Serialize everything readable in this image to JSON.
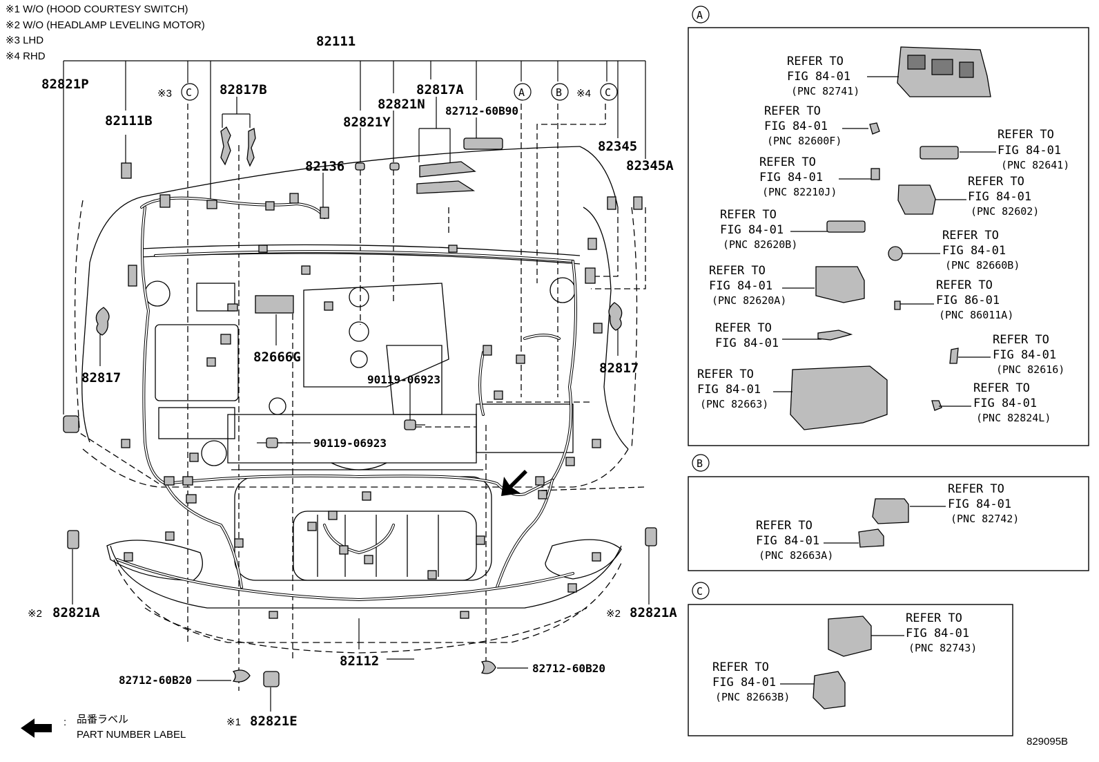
{
  "notes": [
    "※1 W/O (HOOD COURTESY SWITCH)",
    "※2 W/O (HEADLAMP LEVELING MOTOR)",
    "※3 LHD",
    "※4 RHD"
  ],
  "part_labels": {
    "p82111": "82111",
    "p82821P": "82821P",
    "p82111B": "82111B",
    "p82817B": "82817B",
    "p82817A": "82817A",
    "p82821N": "82821N",
    "p82712_60B90": "82712-60B90",
    "p82821Y": "82821Y",
    "p82136": "82136",
    "p82345": "82345",
    "p82345A": "82345A",
    "p82666G": "82666G",
    "p82817_left": "82817",
    "p82817_right": "82817",
    "p90119_a": "90119-06923",
    "p90119_b": "90119-06923",
    "p82821A_left": "82821A",
    "p82821A_right": "82821A",
    "p82112": "82112",
    "p82712_60B20_left": "82712-60B20",
    "p82712_60B20_right": "82712-60B20",
    "p82821E": "82821E",
    "mark1": "※1",
    "mark2_left": "※2",
    "mark2_right": "※2",
    "mark3": "※3",
    "mark4": "※4"
  },
  "callouts": {
    "A": "A",
    "B": "B",
    "C": "C"
  },
  "panel_a": [
    {
      "refer": "REFER TO",
      "fig": "FIG 84-01",
      "pnc": "(PNC 82741)"
    },
    {
      "refer": "REFER TO",
      "fig": "FIG 84-01",
      "pnc": "(PNC 82600F)"
    },
    {
      "refer": "REFER TO",
      "fig": "FIG 84-01",
      "pnc": "(PNC 82641)"
    },
    {
      "refer": "REFER TO",
      "fig": "FIG 84-01",
      "pnc": "(PNC 82210J)"
    },
    {
      "refer": "REFER TO",
      "fig": "FIG 84-01",
      "pnc": "(PNC 82602)"
    },
    {
      "refer": "REFER TO",
      "fig": "FIG 84-01",
      "pnc": "(PNC 82620B)"
    },
    {
      "refer": "REFER TO",
      "fig": "FIG 84-01",
      "pnc": "(PNC 82660B)"
    },
    {
      "refer": "REFER TO",
      "fig": "FIG 84-01",
      "pnc": "(PNC 82620A)"
    },
    {
      "refer": "REFER TO",
      "fig": "FIG 86-01",
      "pnc": "(PNC 86011A)"
    },
    {
      "refer": "REFER TO",
      "fig": "FIG 84-01",
      "pnc": ""
    },
    {
      "refer": "REFER TO",
      "fig": "FIG 84-01",
      "pnc": "(PNC 82616)"
    },
    {
      "refer": "REFER TO",
      "fig": "FIG 84-01",
      "pnc": "(PNC 82663)"
    },
    {
      "refer": "REFER TO",
      "fig": "FIG 84-01",
      "pnc": "(PNC 82824L)"
    }
  ],
  "panel_b": [
    {
      "refer": "REFER TO",
      "fig": "FIG 84-01",
      "pnc": "(PNC 82742)"
    },
    {
      "refer": "REFER TO",
      "fig": "FIG 84-01",
      "pnc": "(PNC 82663A)"
    }
  ],
  "panel_c": [
    {
      "refer": "REFER TO",
      "fig": "FIG 84-01",
      "pnc": "(PNC 82743)"
    },
    {
      "refer": "REFER TO",
      "fig": "FIG 84-01",
      "pnc": "(PNC 82663B)"
    }
  ],
  "legend": {
    "colon": ":",
    "label_jp": "品番ラベル",
    "label_en": "PART NUMBER LABEL"
  },
  "figure_id": "829095B"
}
